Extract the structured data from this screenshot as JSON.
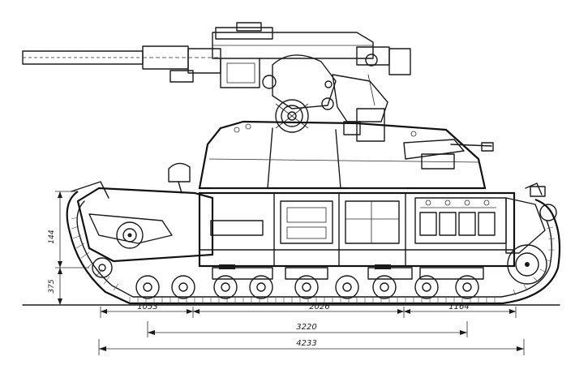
{
  "drawing": {
    "subject": "self-propelled gun",
    "dimensions": {
      "segment_left": "1053",
      "segment_middle": "2026",
      "segment_right": "1164",
      "wheelbase": "3220",
      "overall_length": "4233",
      "height_hull": "144",
      "height_ground": "375"
    }
  },
  "colors": {
    "ink": "#1a1a1a",
    "paper": "#ffffff"
  }
}
